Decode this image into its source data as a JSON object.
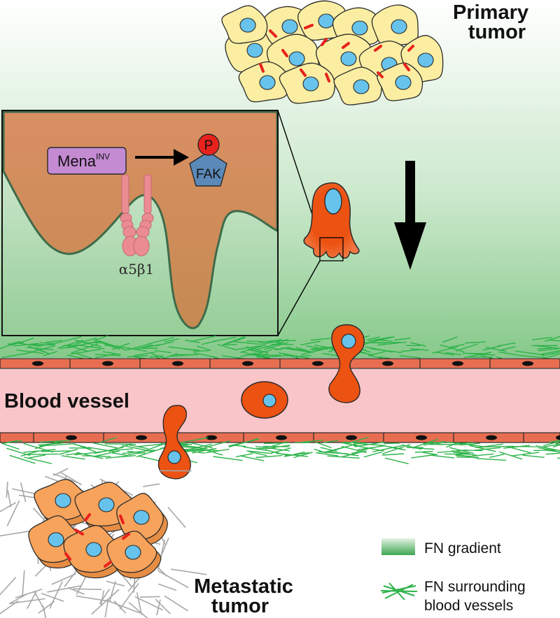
{
  "labels": {
    "primary_tumor_line1": "Primary",
    "primary_tumor_line2": "tumor",
    "blood_vessel": "Blood vessel",
    "metastatic_tumor_line1": "Metastatic",
    "metastatic_tumor_line2": "tumor"
  },
  "inset": {
    "mena_base": "Mena",
    "mena_superscript": "INV",
    "phospho": "P",
    "fak": "FAK",
    "integrin": "α5β1"
  },
  "legend": {
    "gradient_label": "FN gradient",
    "fn_vessels_line1": "FN surrounding",
    "fn_vessels_line2": "blood vessels"
  },
  "colors": {
    "fn_gradient_top": "#ffffff",
    "fn_gradient_bottom": "#86c98a",
    "fn_fiber": "#2db34a",
    "tumor_cell_fill": "#fbeea2",
    "nucleus": "#67c3ec",
    "invasive_cell": "#ec5212",
    "metastatic_cell": "#f7a35c",
    "endothelium": "#e86e52",
    "vessel_lumen": "#f9c5c9",
    "junction": "#e8221c",
    "inset_cell": "#c88a5a",
    "mena_box": "#c48bd3",
    "fak_pentagon": "#5b89b8",
    "phospho_circle": "#e8221c",
    "integrin": "#ea8c92",
    "ecm_fiber": "#a7a7a7"
  }
}
